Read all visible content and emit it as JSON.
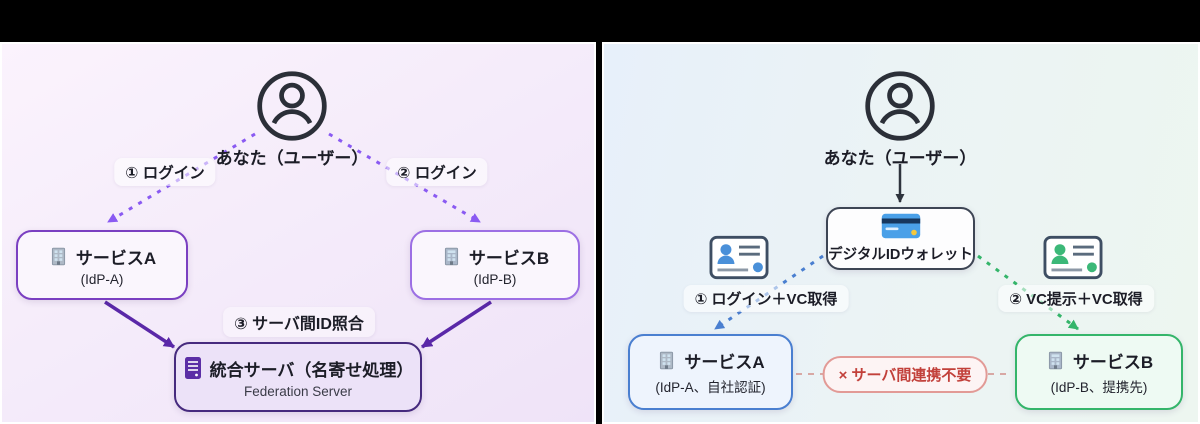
{
  "colors": {
    "header_bg": "#000000",
    "left_bg_a": "#fbf3fd",
    "left_bg_b": "#efe3f8",
    "right_bg_a": "#e7f0fa",
    "right_bg_b": "#edf6f0",
    "text_dark": "#1c1d27",
    "person": "#2b2f38",
    "purple_arrow_dashed": "#8a5af2",
    "purple_arrow_solid": "#5a28a8",
    "purple_box_border": "#7a3fc1",
    "purple_box_border_light": "#9c6fe4",
    "box_bg_light": "#faf6fd",
    "federation_border": "#462a7e",
    "federation_bg": "#ece2f8",
    "dark_arrow": "#2e333d",
    "blue": "#4a7fd0",
    "green": "#34b56a",
    "slate": "#3d4554",
    "blue_box_bg": "#eef4fd",
    "green_box_bg": "#eefaf3",
    "red_border": "#e29a96",
    "red_text": "#c2403a",
    "red_bg": "#fdf4f4",
    "red_dash": "#d8a8a4"
  },
  "left": {
    "user_label": "あなた（ユーザー）",
    "arrow1_label": "① ログイン",
    "arrow2_label": "② ログイン",
    "service_a": {
      "title": "サービスA",
      "subtitle": "(IdP-A)"
    },
    "service_b": {
      "title": "サービスB",
      "subtitle": "(IdP-B)"
    },
    "step3_label": "③ サーバ間ID照合",
    "federation": {
      "title": "統合サーバ（名寄せ処理）",
      "subtitle": "Federation Server"
    }
  },
  "right": {
    "user_label": "あなた（ユーザー）",
    "wallet_label": "デジタルIDウォレット",
    "flow1_label": "① ログイン＋VC取得",
    "flow2_label": "② VC提示＋VC取得",
    "service_a": {
      "title": "サービスA",
      "subtitle": "(IdP-A、自社認証)"
    },
    "service_b": {
      "title": "サービスB",
      "subtitle": "(IdP-B、提携先)"
    },
    "no_link_label": "× サーバ間連携不要"
  }
}
